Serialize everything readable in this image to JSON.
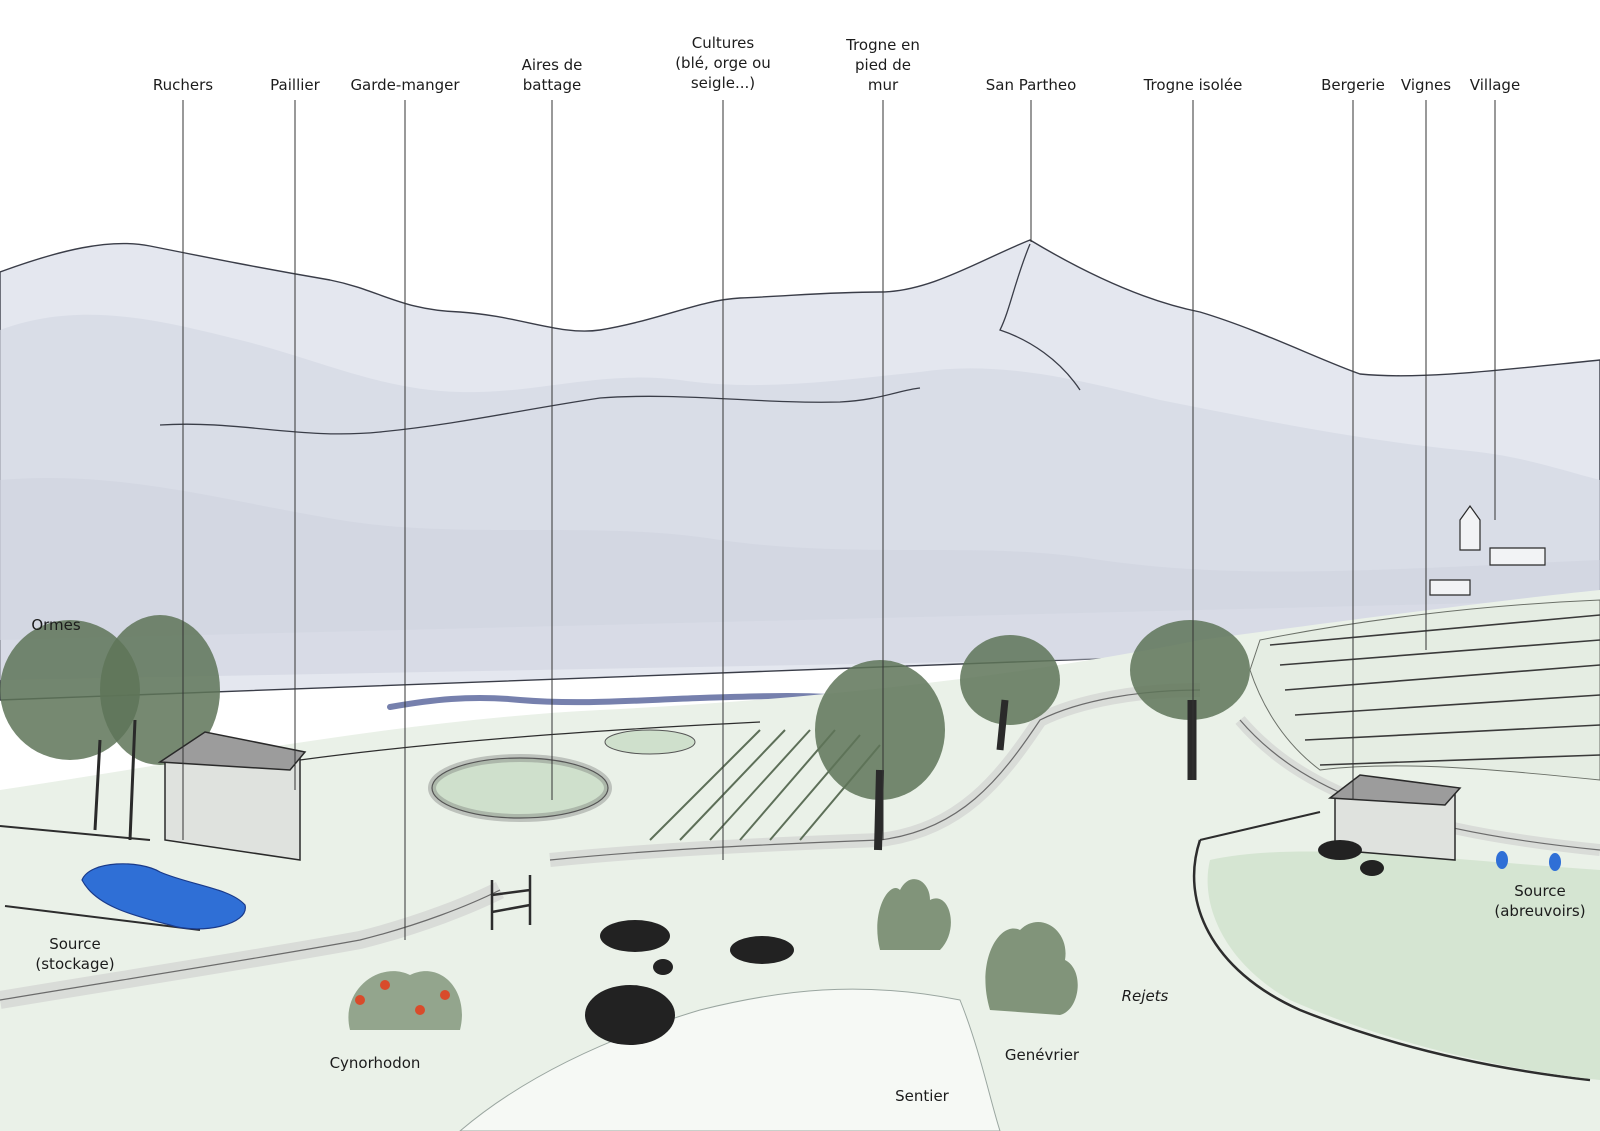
{
  "labels": {
    "ruchers": "Ruchers",
    "paillier": "Paillier",
    "garde_manger": "Garde-manger",
    "aires_de_battage": [
      "Aires de",
      "battage"
    ],
    "cultures": [
      "Cultures",
      "(blé, orge ou",
      "seigle...)"
    ],
    "trogne_pied_de_mur": [
      "Trogne en",
      "pied de",
      "mur"
    ],
    "san_partheo": "San Partheo",
    "trogne_isolee": "Trogne isolée",
    "bergerie": "Bergerie",
    "vignes": "Vignes",
    "village": "Village",
    "ormes": "Ormes",
    "source_stockage": [
      "Source",
      "(stockage)"
    ],
    "cynorhodon": "Cynorhodon",
    "sentier": "Sentier",
    "genevrier": "Genévrier",
    "rejets": "Rejets",
    "source_abreuvoirs": [
      "Source",
      "(abreuvoirs)"
    ]
  },
  "colors": {
    "mountain": "#e6e8f0",
    "mountain_shadow": "#c8ccdc",
    "ground": "#e9f1e7",
    "meadow": "#d3e3cf",
    "tree": "#5e7458",
    "water": "#2f6fd6",
    "animal": "#222222",
    "leader_line": "#333333"
  }
}
